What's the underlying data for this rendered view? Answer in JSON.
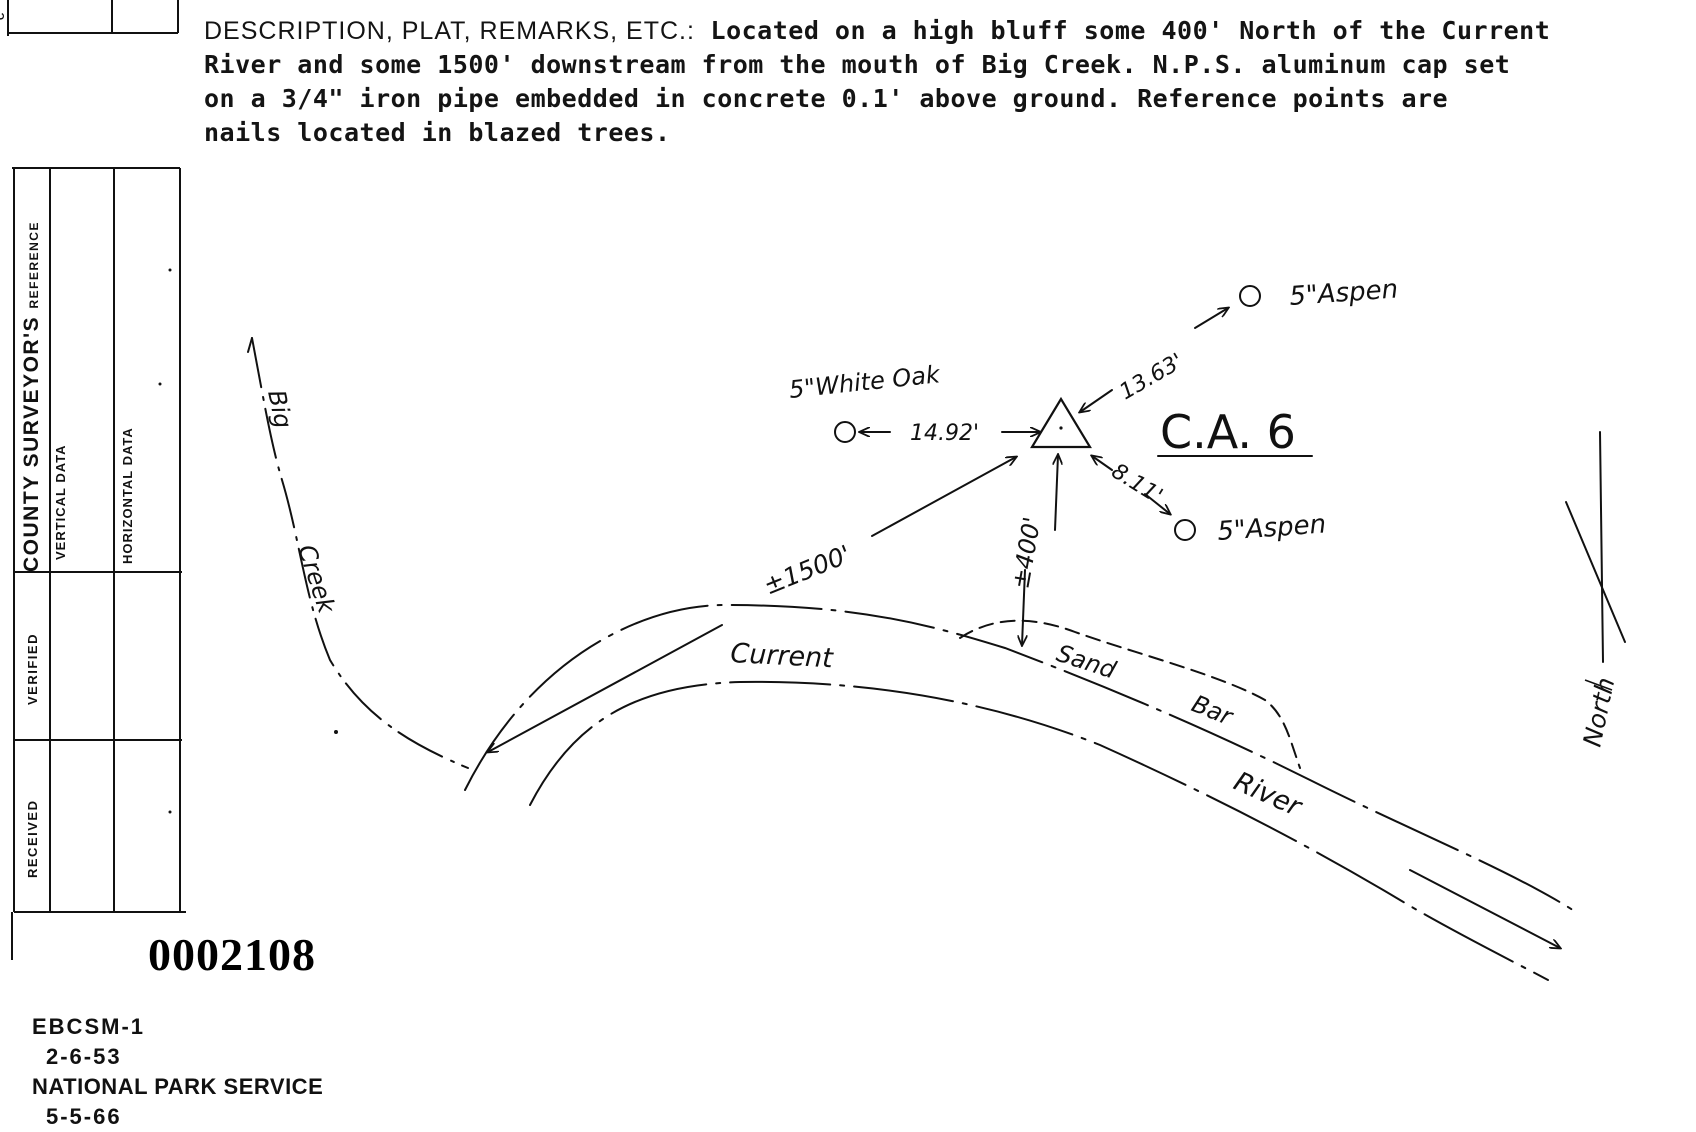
{
  "description": {
    "label": "DESCRIPTION, PLAT, REMARKS, ETC.:",
    "lines": [
      "Located on a high bluff some 400' North of the Current",
      "River and some 1500' downstream from the mouth of Big Creek.  N.P.S. aluminum cap set",
      "on a 3/4\" iron pipe embedded in concrete 0.1' above ground.  Reference points are",
      "nails located in blazed trees."
    ]
  },
  "side_form": {
    "top_letter": "C",
    "county_surveyor": "COUNTY SURVEYOR'S",
    "reference": "REFERENCE",
    "vertical_data": "VERTICAL DATA",
    "horizontal_data": "HORIZONTAL DATA",
    "verified": "VERIFIED",
    "received": "RECEIVED"
  },
  "sketch": {
    "station": "C.A. 6",
    "ref_white_oak": "5\"White Oak",
    "dist_white_oak": "14.92'",
    "ref_aspen_1": "5\"Aspen",
    "dist_aspen_1": "13.63'",
    "ref_aspen_2": "5\"Aspen",
    "dist_aspen_2": "8.11'",
    "dist_1500": "±1500'",
    "dist_400": "±400'",
    "creek_big": "Big",
    "creek_creek": "Creek",
    "river_current": "Current",
    "river_river": "River",
    "sand": "Sand",
    "bar": "Bar",
    "north": "North"
  },
  "document_number": "0002108",
  "footer": {
    "form_code": "EBCSM-1",
    "date_1": "2-6-53",
    "agency": "NATIONAL PARK SERVICE",
    "date_2": "5-5-66"
  }
}
